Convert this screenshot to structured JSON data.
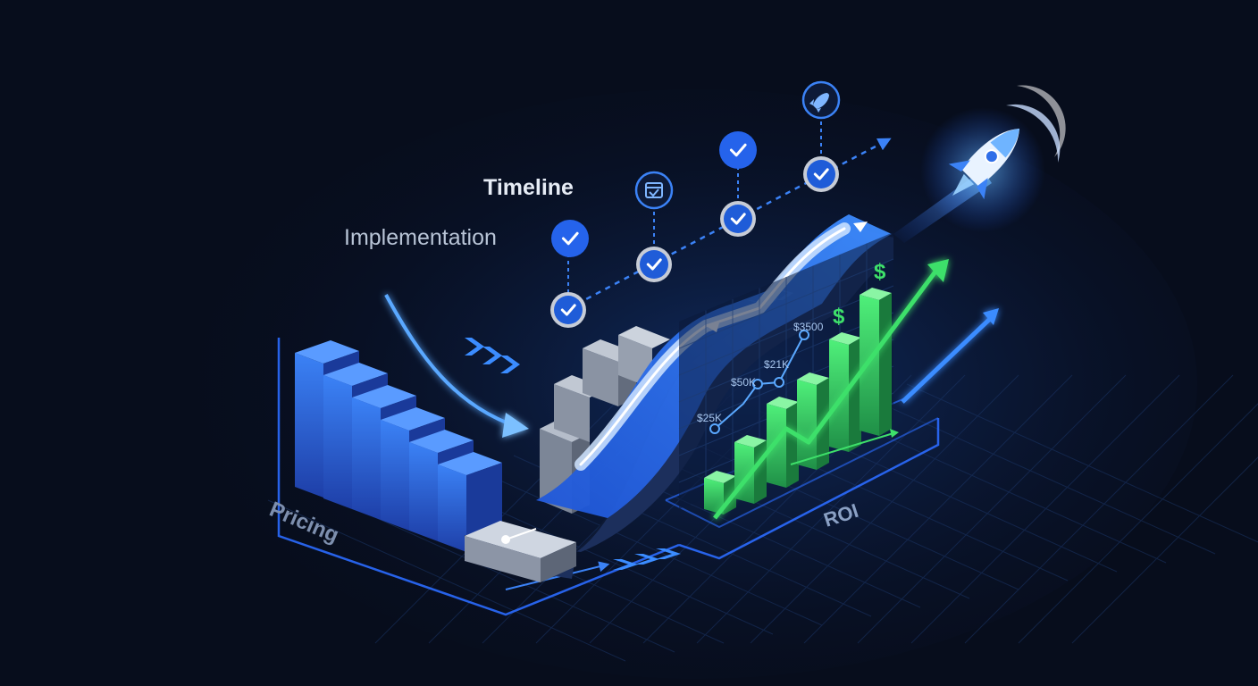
{
  "labels": {
    "timeline": "Timeline",
    "implementation": "Implementation",
    "pricing": "Pricing",
    "roi": "ROI"
  },
  "roi_values": [
    "$25K",
    "$50K",
    "$21K",
    "$3500"
  ],
  "dollar_sign": "$",
  "icons": {
    "milestone_check": "check-icon",
    "milestone_calendar": "calendar-icon",
    "milestone_rocket": "rocket-icon",
    "hero": "rocket-icon",
    "moon": "crescent-icon"
  },
  "colors": {
    "background": "#070d1c",
    "blue": "#2f6ee8",
    "light_blue": "#4fb0ff",
    "green": "#3ee06a",
    "gray": "#8e98aa",
    "text_white": "#e6ecf5",
    "text_muted": "#b8c4d6"
  }
}
